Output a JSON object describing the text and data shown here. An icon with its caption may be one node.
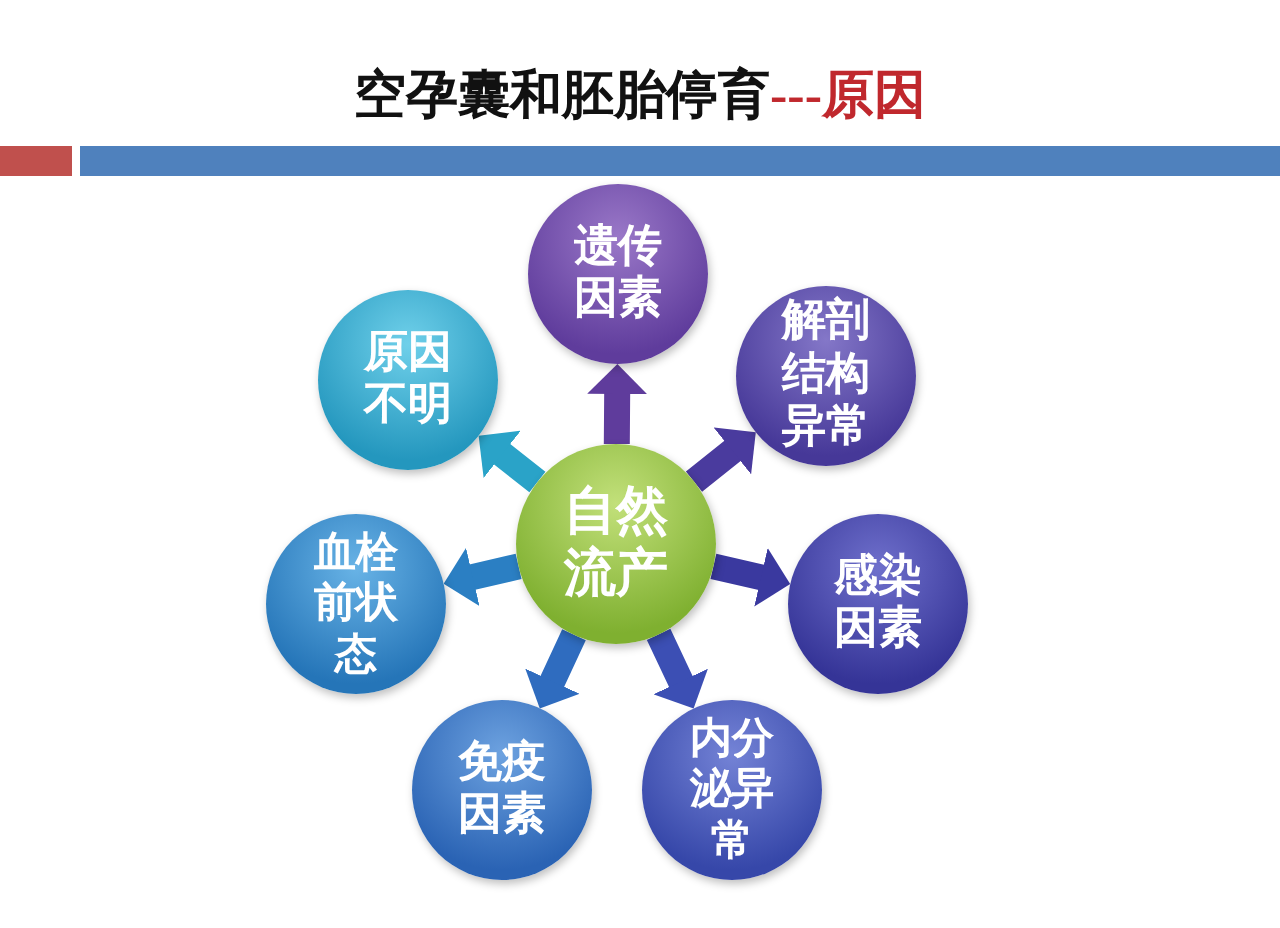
{
  "diagram": {
    "title": "空孕囊和胚胎停育**---原因**",
    "nodes": [
      {
        "text": [
          "遗传因素"
        ]
      },
      {
        "text": [
          "原因不明"
        ]
      },
      {
        "text": [
          "解剖结构异常"
        ]
      },
      {
        "text": [
          "自然流产"
        ]
      },
      {
        "text": [
          "血栓前状态"
        ]
      },
      {
        "text": [
          "感染因素"
        ]
      },
      {
        "text": [
          "免疫因素"
        ]
      },
      {
        "text": [
          "内分泌异常"
        ]
      }
    ],
    "edges": [
      {
        "from": 3,
        "to": 0,
        "arrow": "to",
        "color": "#5f3c9c"
      },
      {
        "from": 3,
        "to": 1,
        "arrow": "to",
        "color": "#2aa3c8"
      },
      {
        "from": 3,
        "to": 2,
        "arrow": "to",
        "color": "#4a3b9e"
      },
      {
        "from": 3,
        "to": 4,
        "arrow": "to",
        "color": "#2b7fc3"
      },
      {
        "from": 3,
        "to": 5,
        "arrow": "to",
        "color": "#3a399f"
      },
      {
        "from": 3,
        "to": 6,
        "arrow": "to",
        "color": "#2f6cbf"
      },
      {
        "from": 3,
        "to": 7,
        "arrow": "to",
        "color": "#3c4fb4"
      }
    ]
  }
}
